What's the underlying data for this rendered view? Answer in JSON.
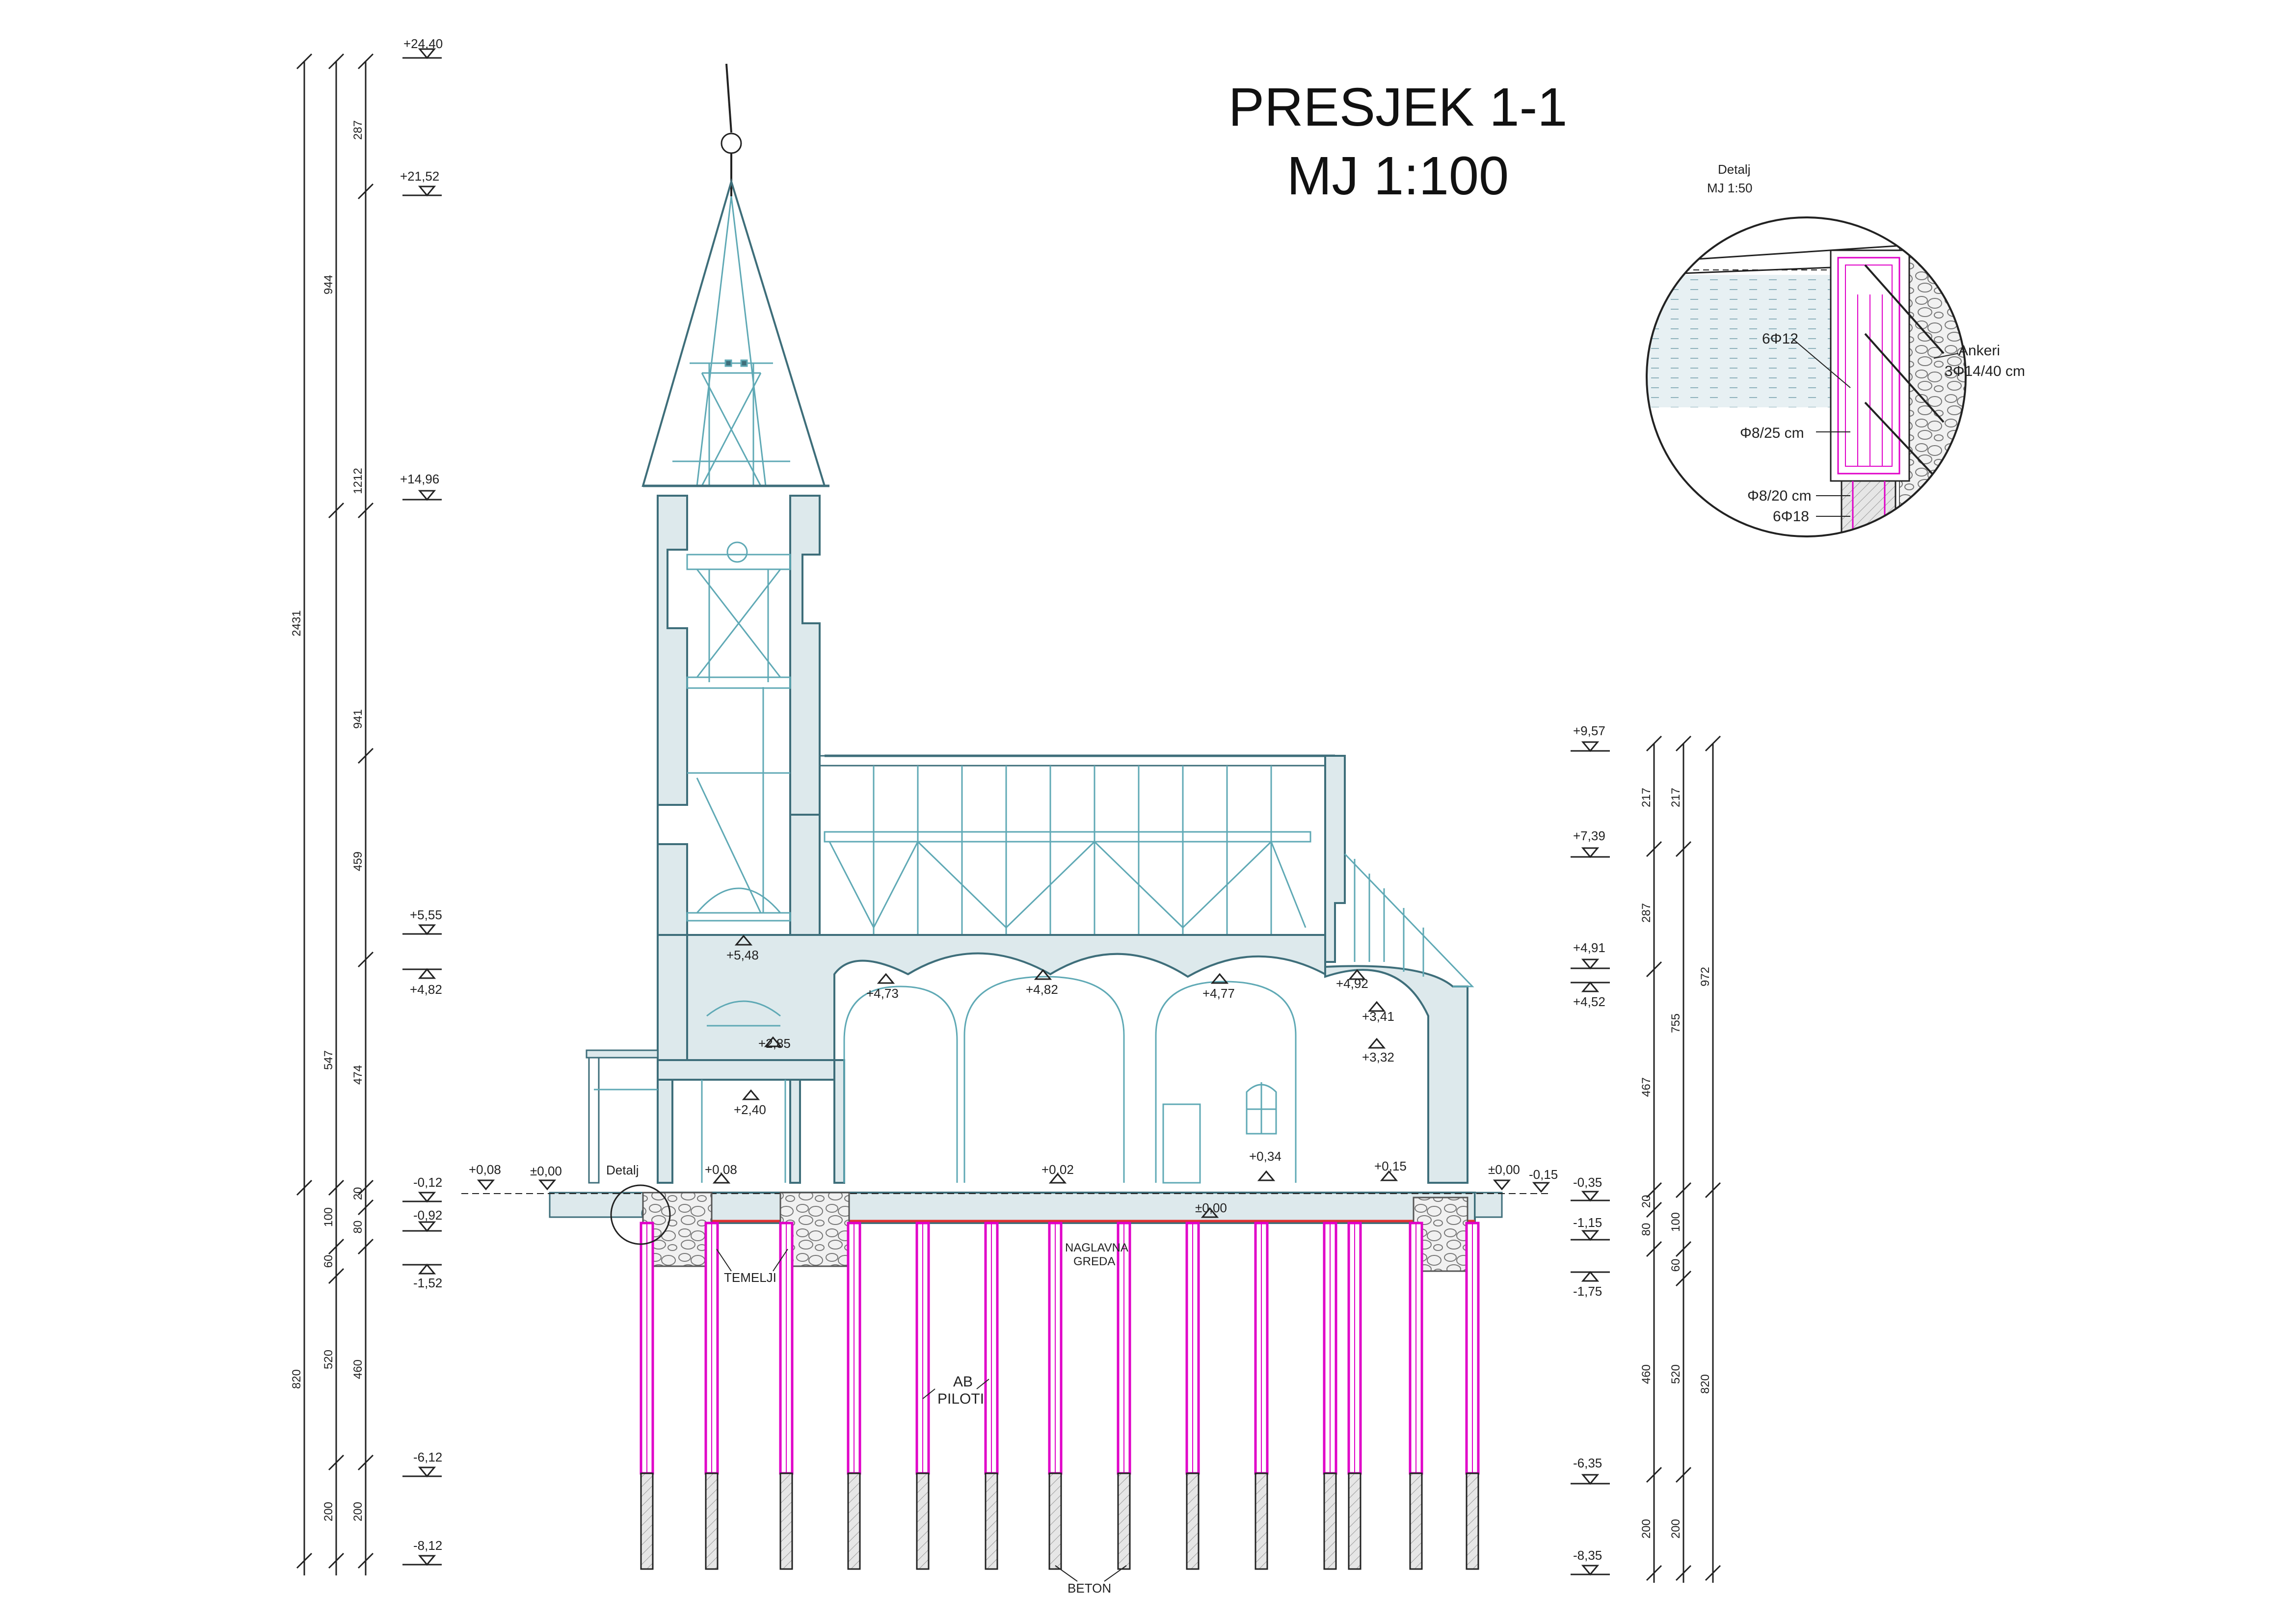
{
  "title": {
    "line1": "PRESJEK 1-1",
    "line2": "MJ 1:100"
  },
  "detail": {
    "title": "Detalj",
    "scale": "MJ 1:50",
    "labels": [
      "6Φ12",
      "Ankeri",
      "3Φ14/40 cm",
      "Φ8/25 cm",
      "Φ8/20 cm",
      "6Φ18"
    ]
  },
  "left_dims": {
    "outer": [
      "2431",
      "820"
    ],
    "middle": [
      "944",
      "547",
      "100",
      "60",
      "520",
      "200"
    ],
    "inner": [
      "287",
      "1212",
      "941",
      "459",
      "474",
      "20",
      "80",
      "460",
      "200"
    ]
  },
  "left_levels": [
    "+24,40",
    "+21,52",
    "+14,96",
    "+5,55",
    "+4,82",
    "-0,12",
    "-0,92",
    "-1,52",
    "-6,12",
    "-8,12"
  ],
  "right_dims": {
    "outer": [
      "972",
      "820"
    ],
    "middle": [
      "217",
      "755",
      "100",
      "60",
      "520",
      "200"
    ],
    "inner": [
      "217",
      "287",
      "467",
      "20",
      "80",
      "460",
      "200"
    ]
  },
  "right_levels": [
    "+9,57",
    "+7,39",
    "+4,91",
    "+4,52",
    "-0,35",
    "-1,15",
    "-1,75",
    "-6,35",
    "-8,35"
  ],
  "section_levels": [
    "+5,48",
    "+4,73",
    "+4,82",
    "+4,77",
    "+4,92",
    "+3,41",
    "+3,32",
    "+2,85",
    "+2,40",
    "+0,08",
    "±0,00",
    "+0,08",
    "+0,02",
    "+0,34",
    "+0,15",
    "±0,00",
    "-0,15",
    "±0,00"
  ],
  "notes": {
    "detail_marker": "Detalj",
    "foundations": "TEMELJI",
    "ground_beam_1": "NAGLAVNA",
    "ground_beam_2": "GREDA",
    "piles_1": "AB",
    "piles_2": "PILOTI",
    "concrete": "BETON"
  },
  "colors": {
    "wall_fill": "#dde9ec",
    "wall_stroke": "#3e6e7a",
    "timber": "#5fa9b5",
    "rebar": "#e000c8",
    "rebar_red": "#e03030",
    "stone_fill": "#ececec",
    "line": "#222222"
  }
}
